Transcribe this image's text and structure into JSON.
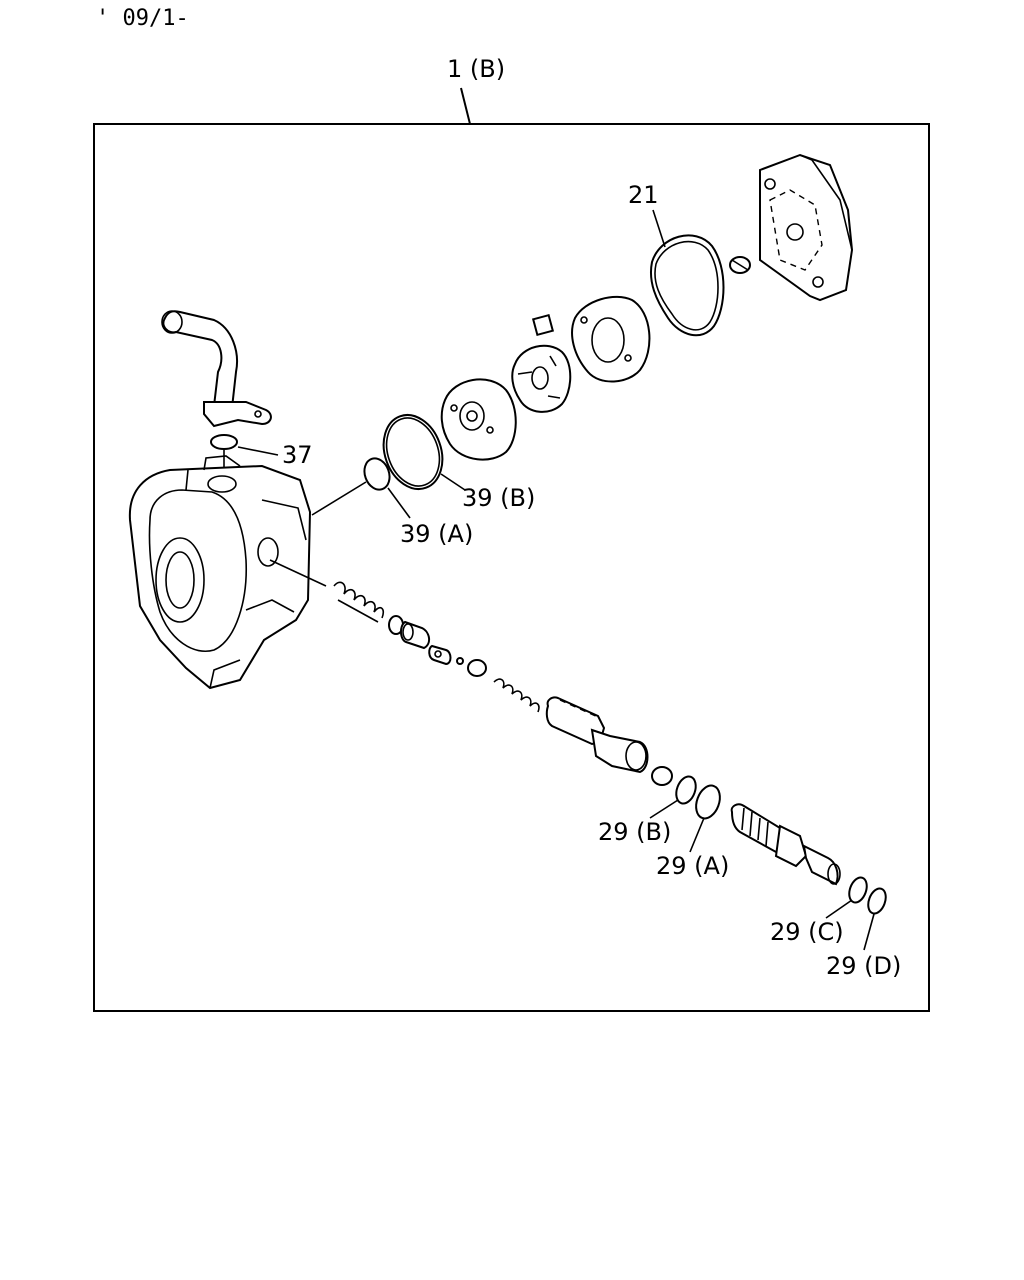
{
  "header": {
    "date_code": "' 09/1-"
  },
  "assembly": {
    "label": "1 (B)"
  },
  "callouts": {
    "p21": "21",
    "p37": "37",
    "p39b": "39 (B)",
    "p39a": "39 (A)",
    "p29b": "29 (B)",
    "p29a": "29 (A)",
    "p29c": "29 (C)",
    "p29d": "29 (D)"
  }
}
